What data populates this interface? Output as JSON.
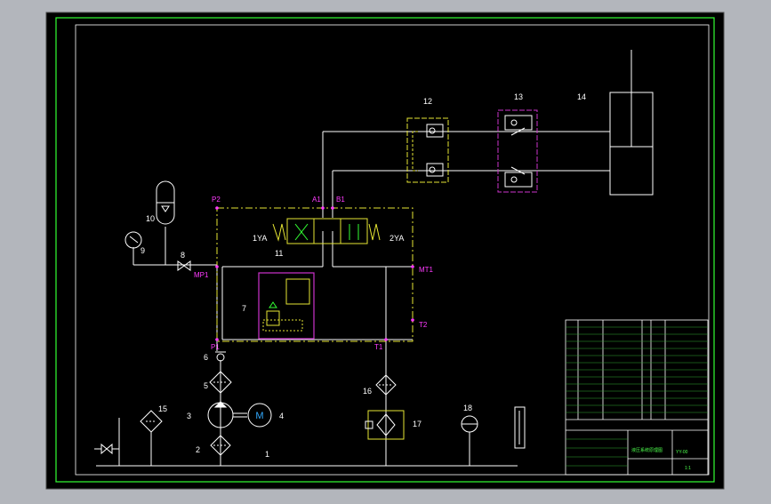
{
  "component_numbers": {
    "n1": "1",
    "n2": "2",
    "n3": "3",
    "n4": "4",
    "n5": "5",
    "n6": "6",
    "n7": "7",
    "n8": "8",
    "n9": "9",
    "n10": "10",
    "n11": "11",
    "n12": "12",
    "n13": "13",
    "n14": "14",
    "n15": "15",
    "n16": "16",
    "n17": "17",
    "n18": "18"
  },
  "port_labels": {
    "p2": "P2",
    "a1": "A1",
    "b1": "B1",
    "mp1": "MP1",
    "mt1": "MT1",
    "t2": "T2",
    "p1": "P1",
    "t1": "T1"
  },
  "solenoid_labels": {
    "left": "1YA",
    "right": "2YA"
  },
  "motor_symbol": "M",
  "title_block": {
    "drawing_name": "液压系统原理图",
    "drawing_no": "YY-00",
    "scale_note": "1:1"
  },
  "colors": {
    "frame": "#33ff33",
    "lines": "#ffffff",
    "subplate": "#e6e633",
    "valve_body": "#e6e633",
    "manifold": "#cc33cc",
    "ports": "#ff3bff",
    "text": "#ffffff"
  }
}
